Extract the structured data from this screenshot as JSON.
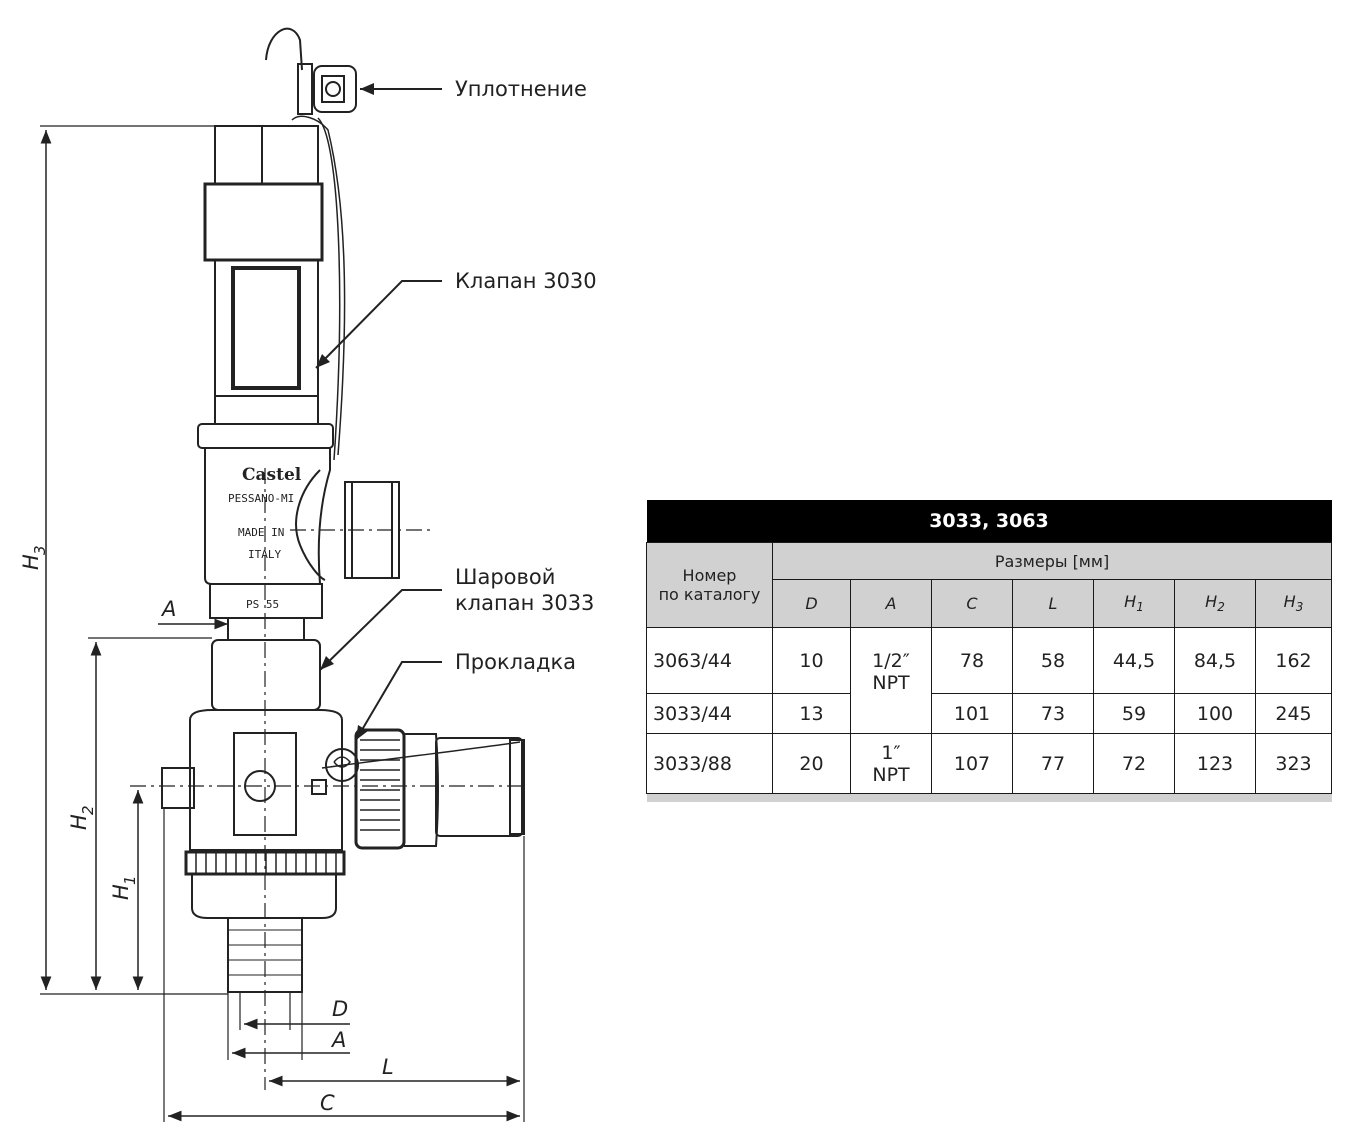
{
  "callouts": {
    "seal": "Уплотнение",
    "valve3030": "Клапан 3030",
    "ballvalve": "Шаровой\nклапан 3033",
    "gasket": "Прокладка"
  },
  "drawing_marks": {
    "brand": "Castel",
    "location": "PESSANO-MI",
    "made_in": "MADE IN",
    "country": "ITALY",
    "ps": "PS 55"
  },
  "dimension_labels": {
    "h3": "H",
    "h3_sub": "3",
    "h2": "H",
    "h2_sub": "2",
    "h1": "H",
    "h1_sub": "1",
    "a_top": "A",
    "d": "D",
    "a_bottom": "A",
    "l": "L",
    "c": "C"
  },
  "table": {
    "title": "3033, 3063",
    "catalog_header_line1": "Номер",
    "catalog_header_line2": "по каталогу",
    "dims_header": "Размеры [мм]",
    "columns": [
      {
        "main": "D",
        "sub": ""
      },
      {
        "main": "A",
        "sub": ""
      },
      {
        "main": "C",
        "sub": ""
      },
      {
        "main": "L",
        "sub": ""
      },
      {
        "main": "H",
        "sub": "1"
      },
      {
        "main": "H",
        "sub": "2"
      },
      {
        "main": "H",
        "sub": "3"
      }
    ],
    "rows": [
      {
        "catalog": "3063/44",
        "D": "10",
        "C": "78",
        "L": "58",
        "H1": "44,5",
        "H2": "84,5",
        "H3": "162"
      },
      {
        "catalog": "3033/44",
        "D": "13",
        "C": "101",
        "L": "73",
        "H1": "59",
        "H2": "100",
        "H3": "245"
      },
      {
        "catalog": "3033/88",
        "D": "20",
        "C": "107",
        "L": "77",
        "H1": "72",
        "H2": "123",
        "H3": "323"
      }
    ],
    "thread_half_line1": "1/2″",
    "thread_half_line2": "NPT",
    "thread_one_line1": "1″",
    "thread_one_line2": "NPT"
  }
}
